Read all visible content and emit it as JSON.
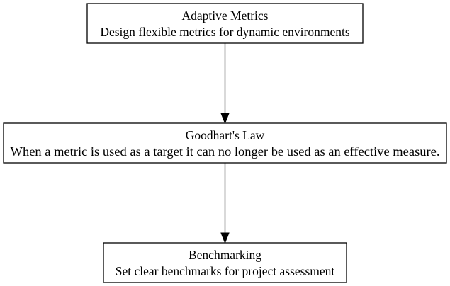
{
  "diagram": {
    "type": "flowchart",
    "direction": "top-to-bottom",
    "nodes": [
      {
        "id": "adaptive_metrics",
        "title": "Adaptive Metrics",
        "description": "Design flexible metrics for dynamic environments"
      },
      {
        "id": "goodharts_law",
        "title": "Goodhart's Law",
        "description": "When a metric is used as a target it can no longer be used as an effective measure."
      },
      {
        "id": "benchmarking",
        "title": "Benchmarking",
        "description": "Set clear benchmarks for project assessment"
      }
    ],
    "edges": [
      {
        "from": "adaptive_metrics",
        "to": "goodharts_law"
      },
      {
        "from": "goodharts_law",
        "to": "benchmarking"
      }
    ],
    "colors": {
      "background": "#ffffff",
      "stroke": "#000000",
      "text": "#000000"
    }
  }
}
